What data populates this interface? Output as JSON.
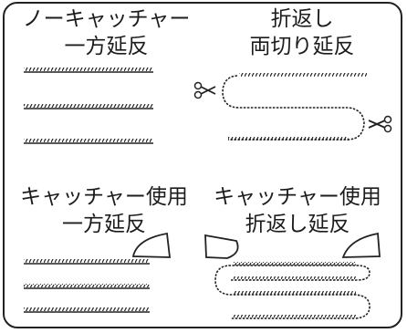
{
  "colors": {
    "ink": "#1c1c1c",
    "fabric": "#222222",
    "catcher_fill": "#ffffff"
  },
  "quadrants": [
    {
      "id": "no-catcher-one-way",
      "title_line1": "ノーキャッチャー",
      "title_line2": "一方延反"
    },
    {
      "id": "fold-cut",
      "title_line1": "折返し",
      "title_line2": "両切り延反"
    },
    {
      "id": "catcher-one-way",
      "title_line1": "キャッチャー使用",
      "title_line2": "一方延反"
    },
    {
      "id": "catcher-fold",
      "title_line1": "キャッチャー使用",
      "title_line2": "折返し延反"
    }
  ],
  "icons": [
    "scissors-icon",
    "catcher-blade-icon"
  ]
}
